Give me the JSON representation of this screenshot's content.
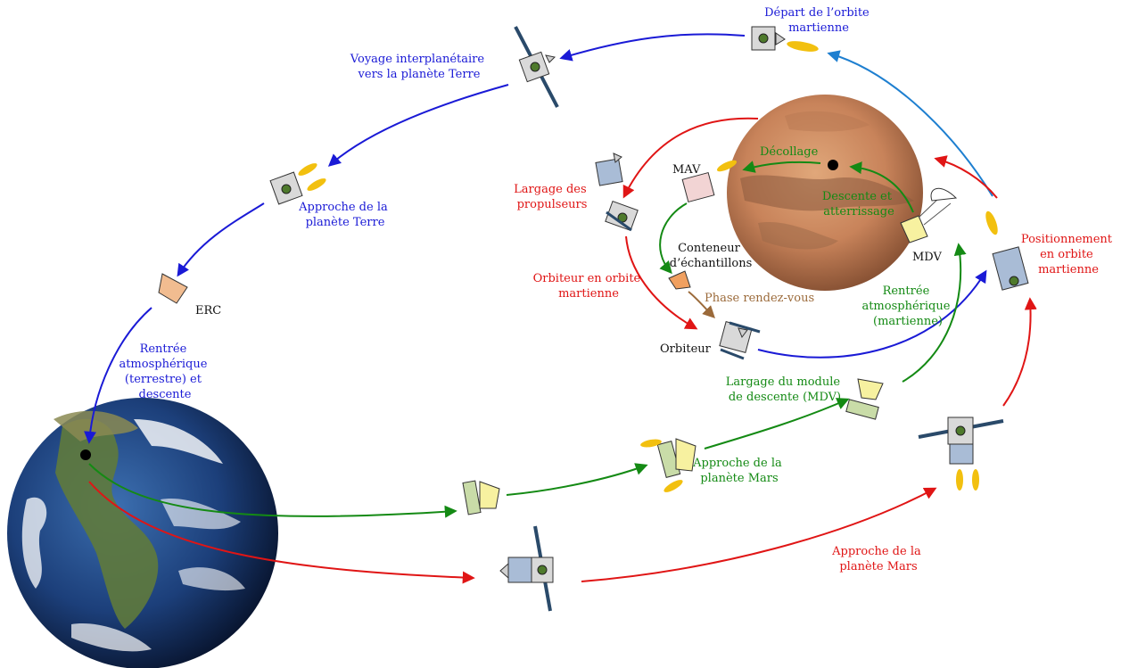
{
  "colors": {
    "blue": "#1a1ad6",
    "light_blue": "#1e7fd0",
    "red": "#e01515",
    "green": "#148a14",
    "brown": "#9b6a3a",
    "black": "#111111"
  },
  "labels": {
    "depart_orbite": [
      "Départ de l’orbite",
      "martienne"
    ],
    "voyage": [
      "Voyage interplanétaire",
      "vers la planète Terre"
    ],
    "approche_terre": [
      "Approche de la",
      "planète Terre"
    ],
    "erc": "ERC",
    "rentree_terrestre": [
      "Rentrée",
      "atmosphérique",
      "(terrestre) et",
      "descente"
    ],
    "largage_propulseurs": [
      "Largage des",
      "propulseurs"
    ],
    "mav": "MAV",
    "decollage": "Décollage",
    "descente_atterrissage": [
      "Descente et",
      "atterrissage"
    ],
    "conteneur": [
      "Conteneur",
      "d’échantillons"
    ],
    "orbiteur_orbite": [
      "Orbiteur en orbite",
      "martienne"
    ],
    "phase_rdv": "Phase rendez-vous",
    "mdv": "MDV",
    "positionnement": [
      "Positionnement",
      "en orbite",
      "martienne"
    ],
    "rentree_martienne": [
      "Rentrée",
      "atmosphérique",
      "(martienne)"
    ],
    "orbiteur": "Orbiteur",
    "largage_module": [
      "Largage du module",
      "de descente (MDV)"
    ],
    "approche_mars_green": [
      "Approche de la",
      "planète Mars"
    ],
    "approche_mars_red": [
      "Approche de la",
      "planète Mars"
    ]
  }
}
